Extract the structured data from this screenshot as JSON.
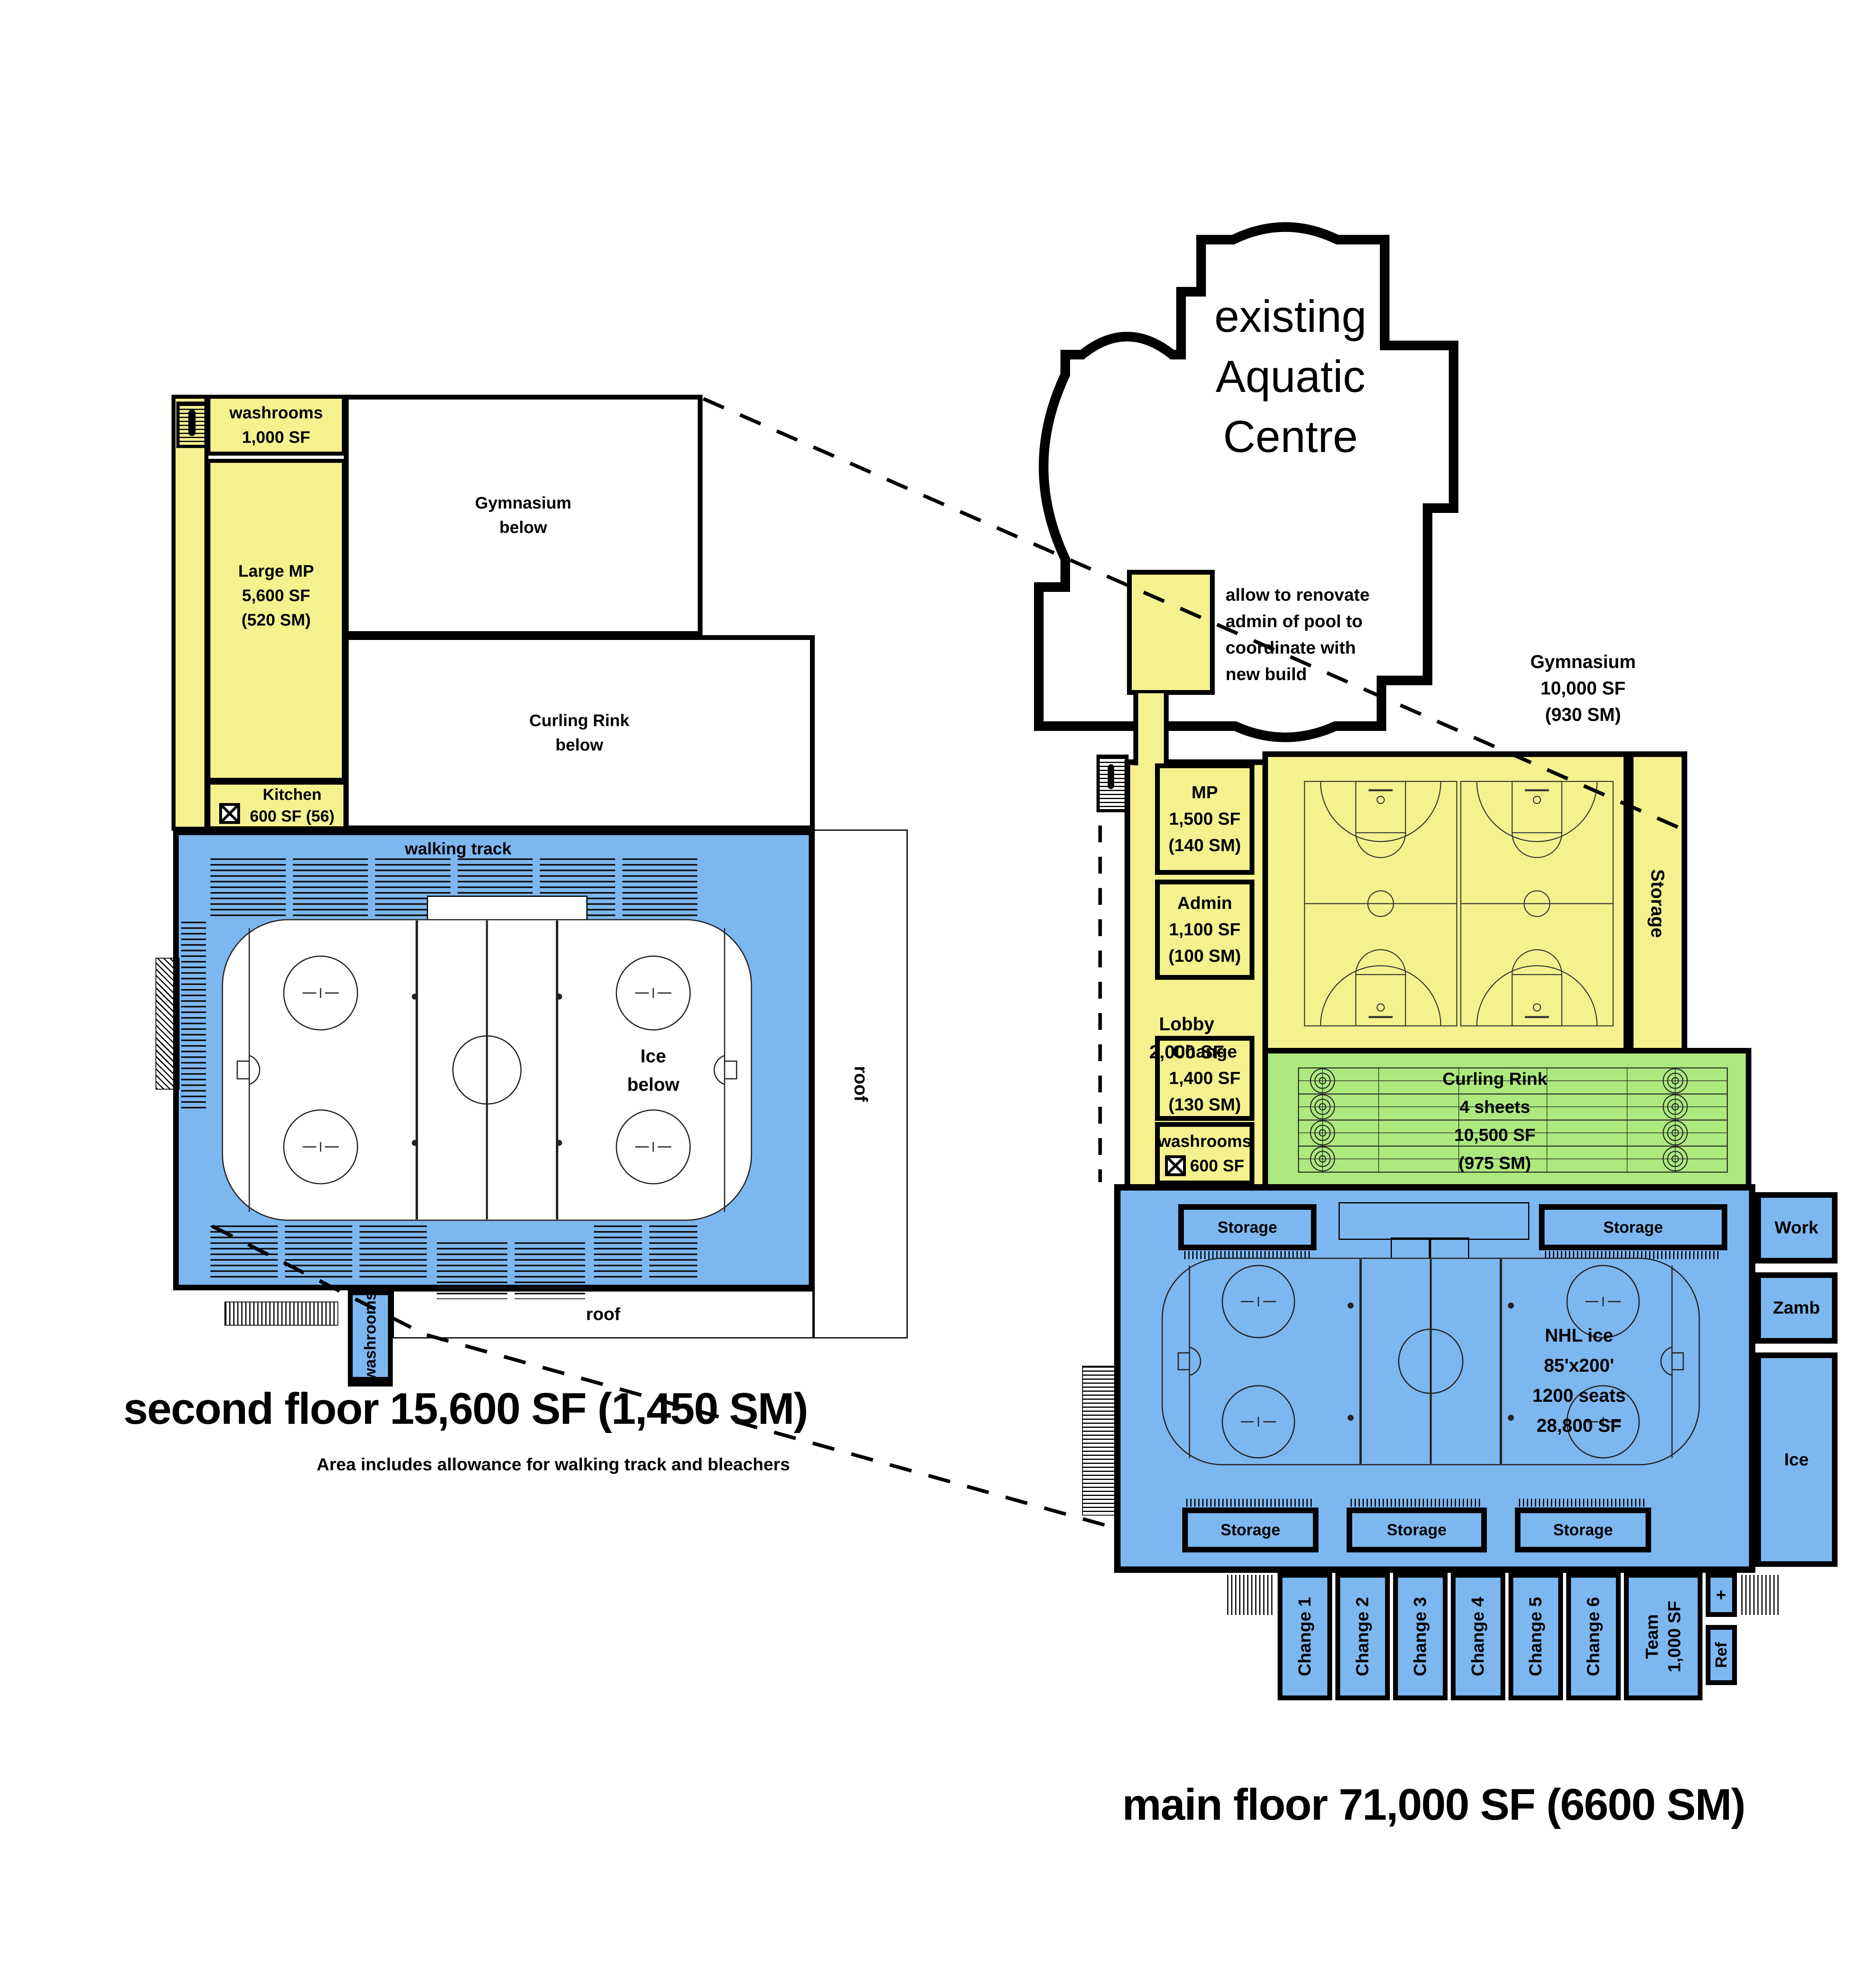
{
  "second_floor": {
    "washrooms": [
      "washrooms",
      "1,000 SF"
    ],
    "large_mp": [
      "Large MP",
      "5,600 SF",
      "(520 SM)"
    ],
    "kitchen": [
      "Kitchen",
      "600 SF (56)"
    ],
    "gymnasium_below": [
      "Gymnasium",
      "below"
    ],
    "curling_below": [
      "Curling Rink",
      "below"
    ],
    "walking_track": "walking track",
    "ice_below": [
      "Ice",
      "below"
    ],
    "roof_right": "roof",
    "roof_bottom": "roof",
    "washrooms_strip": "washrooms",
    "title": "second floor 15,600 SF (1,450 SM)",
    "subtitle": "Area includes allowance for walking track and bleachers"
  },
  "aquatic_centre": {
    "name": [
      "existing",
      "Aquatic",
      "Centre"
    ],
    "note": [
      "allow to renovate",
      "admin of pool to",
      "coordinate with",
      "new build"
    ]
  },
  "main_floor": {
    "gym_label": [
      "Gymnasium",
      "10,000 SF",
      "(930 SM)"
    ],
    "mp": [
      "MP",
      "1,500 SF",
      "(140 SM)"
    ],
    "admin": [
      "Admin",
      "1,100 SF",
      "(100 SM)"
    ],
    "lobby": [
      "Lobby",
      "2,000 SF"
    ],
    "change": [
      "Change",
      "1,400 SF",
      "(130 SM)"
    ],
    "washrooms": [
      "washrooms",
      "600 SF"
    ],
    "gym_storage": "Storage",
    "curling": [
      "Curling Rink",
      "4 sheets",
      "10,500 SF",
      "(975 SM)"
    ],
    "storage_label": "Storage",
    "nhl": [
      "NHL ice",
      "85'x200'",
      "1200 seats",
      "28,800 SF"
    ],
    "work": "Work",
    "zamb": "Zamb",
    "ice": "Ice",
    "changerooms": [
      "Change 1",
      "Change 2",
      "Change 3",
      "Change 4",
      "Change 5",
      "Change 6"
    ],
    "team": [
      "Team",
      "1,000 SF"
    ],
    "plus": "+",
    "ref": "Ref",
    "title": "main floor 71,000 SF (6600 SM)"
  },
  "colors": {
    "yellow": "#F5F18E",
    "blue": "#7DB7F0",
    "green": "#ACE97E",
    "wall": "#000000"
  }
}
